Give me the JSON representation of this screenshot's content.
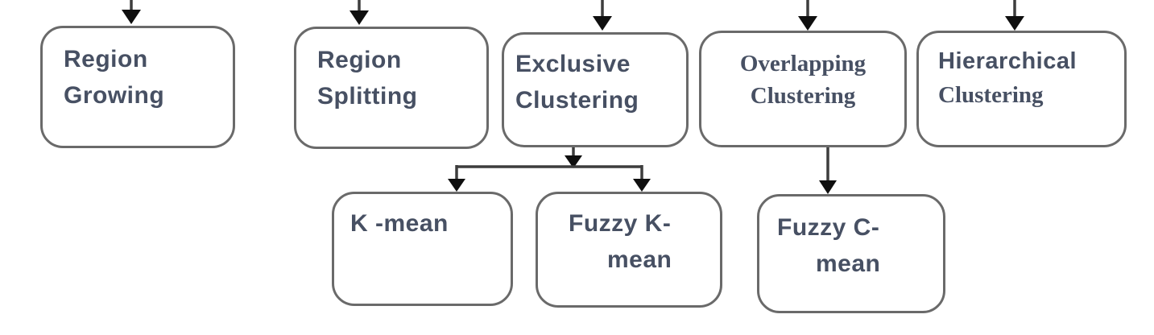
{
  "nodes": {
    "region_growing": {
      "line1": "Region",
      "line2": "Growing"
    },
    "region_splitting": {
      "line1": "Region",
      "line2": "Splitting"
    },
    "exclusive_clustering": {
      "line1": "Exclusive",
      "line2": "Clustering"
    },
    "overlapping_clustering": {
      "line1": "Overlapping",
      "line2": "Clustering"
    },
    "hierarchical_clustering": {
      "line1": "Hierarchical",
      "line2": "Clustering"
    },
    "k_mean": {
      "line1": "K -mean"
    },
    "fuzzy_k_mean": {
      "line1": "Fuzzy K-",
      "line2": "mean"
    },
    "fuzzy_c_mean": {
      "line1": "Fuzzy C-",
      "line2": "mean"
    }
  },
  "edges": [
    {
      "from": "offscreen-top",
      "to": "region_growing"
    },
    {
      "from": "offscreen-top",
      "to": "region_splitting"
    },
    {
      "from": "offscreen-top",
      "to": "exclusive_clustering"
    },
    {
      "from": "offscreen-top",
      "to": "overlapping_clustering"
    },
    {
      "from": "offscreen-top",
      "to": "hierarchical_clustering"
    },
    {
      "from": "exclusive_clustering",
      "to": "k_mean"
    },
    {
      "from": "exclusive_clustering",
      "to": "fuzzy_k_mean"
    },
    {
      "from": "overlapping_clustering",
      "to": "fuzzy_c_mean"
    }
  ],
  "colors": {
    "background": "#ffffff",
    "box_border": "#6a6a6a",
    "connector": "#3d3d3d",
    "arrowhead": "#0f0f0f",
    "text": "#475063"
  }
}
